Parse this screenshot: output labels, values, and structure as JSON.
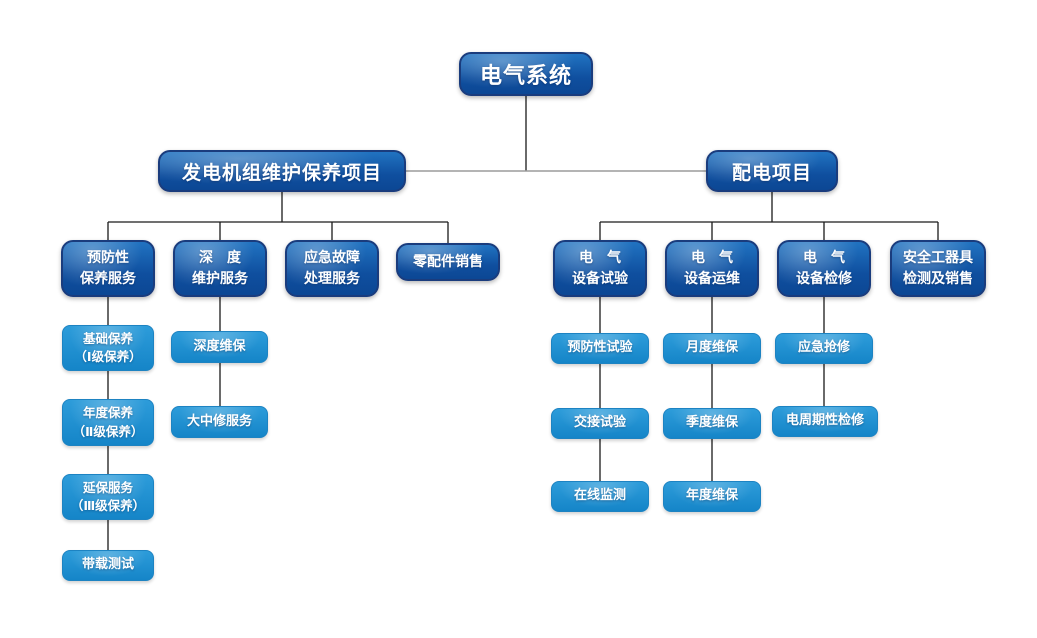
{
  "tree": {
    "root": {
      "label": "电气系统"
    },
    "left_branch": {
      "label": "发电机组维护保养项目",
      "children": [
        {
          "label": "预防性\n保养服务",
          "leaves": [
            "基础保养\n（Ⅰ级保养）",
            "年度保养\n（Ⅱ级保养）",
            "延保服务\n（Ⅲ级保养）",
            "带载测试"
          ]
        },
        {
          "label": "深　度\n维护服务",
          "leaves": [
            "深度维保",
            "大中修服务"
          ]
        },
        {
          "label": "应急故障\n处理服务",
          "leaves": []
        },
        {
          "label": "零配件销售",
          "leaves": []
        }
      ]
    },
    "right_branch": {
      "label": "配电项目",
      "children": [
        {
          "label": "电　气\n设备试验",
          "leaves": [
            "预防性试验",
            "交接试验",
            "在线监测"
          ]
        },
        {
          "label": "电　气\n设备运维",
          "leaves": [
            "月度维保",
            "季度维保",
            "年度维保"
          ]
        },
        {
          "label": "电　气\n设备检修",
          "leaves": [
            "应急抢修",
            "电周期性检修"
          ]
        },
        {
          "label": "安全工器具\n检测及销售",
          "leaves": []
        }
      ]
    },
    "colors": {
      "node_dark_top": "#2173c1",
      "node_dark_bottom": "#0c4794",
      "node_dark_border": "#1a3c7d",
      "node_light_top": "#2d9cda",
      "node_light_bottom": "#1585c8",
      "connector_line": "#1a1a1a",
      "connector_line_gray": "#9b9b9b",
      "text": "#ffffff",
      "background": "#ffffff"
    }
  }
}
